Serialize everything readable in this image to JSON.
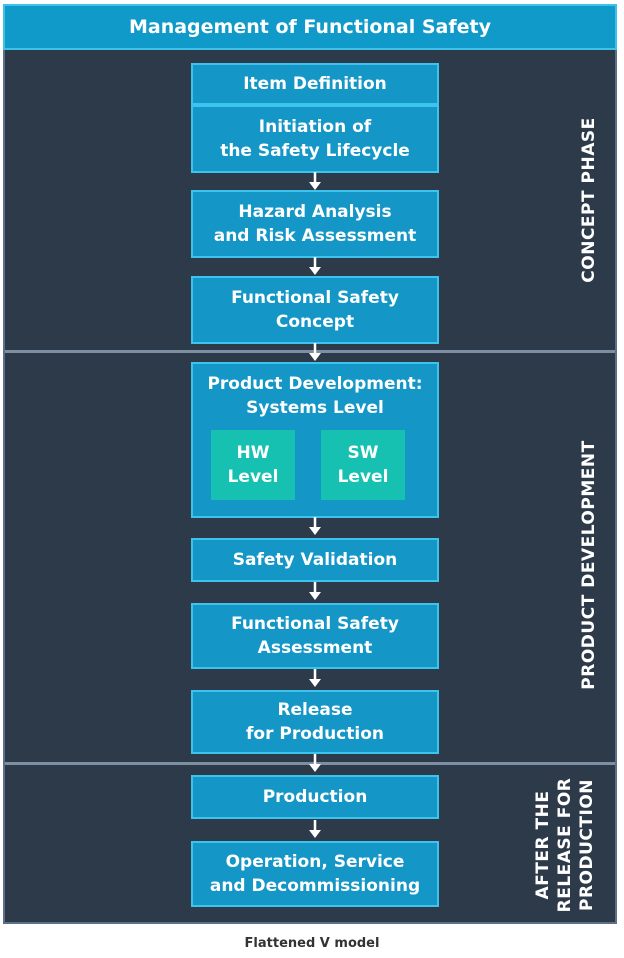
{
  "header": {
    "title": "Management of Functional Safety"
  },
  "boxes": {
    "item_definition": "Item Definition",
    "initiation": "Initiation of\nthe Safety Lifecycle",
    "hazard": "Hazard Analysis\nand Risk Assessment",
    "fsc": "Functional Safety\nConcept",
    "systems": "Product Development:\nSystems Level",
    "hw": "HW\nLevel",
    "sw": "SW\nLevel",
    "validation": "Safety Validation",
    "assessment": "Functional Safety\nAssessment",
    "release": "Release\nfor Production",
    "production": "Production",
    "operation": "Operation, Service\nand Decommissioning"
  },
  "phases": {
    "concept": "CONCEPT PHASE",
    "development": "PRODUCT DEVELOPMENT",
    "after": "AFTER THE\nRELEASE FOR\nPRODUCTION"
  },
  "caption": "Flattened V model",
  "colors": {
    "background": "#2d3a4a",
    "box": "#1496c7",
    "box_border": "#3cc3ee",
    "sub_level": "#16c1b1",
    "divider": "#7d8fa3"
  }
}
